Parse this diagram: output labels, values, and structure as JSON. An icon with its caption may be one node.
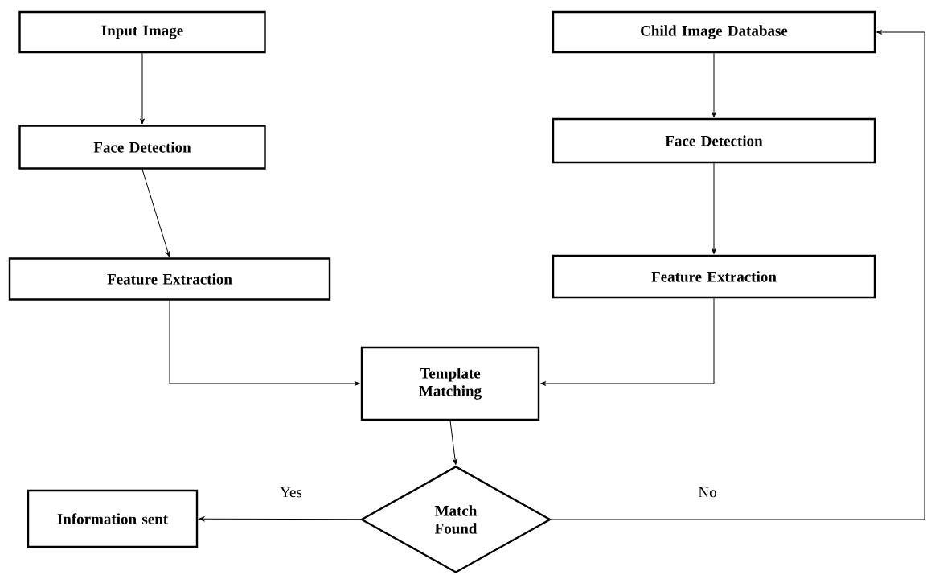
{
  "diagram": {
    "nodes": [
      {
        "text": [
          "Input Image"
        ]
      },
      {
        "text": [
          "Face Detection"
        ]
      },
      {
        "text": [
          "Feature Extraction"
        ]
      },
      {
        "text": [
          "Child Image Database"
        ]
      },
      {
        "text": [
          "Face Detection"
        ]
      },
      {
        "text": [
          "Feature Extraction"
        ]
      },
      {
        "text": [
          "Template Matching"
        ]
      },
      {
        "text": [
          "Match Found"
        ]
      },
      {
        "text": [
          "Information sent"
        ]
      }
    ],
    "edges": [
      {
        "from": 0,
        "to": 1,
        "arrow": "to"
      },
      {
        "from": 1,
        "to": 2,
        "arrow": "to"
      },
      {
        "from": 2,
        "to": 6,
        "arrow": "to"
      },
      {
        "from": 3,
        "to": 4,
        "arrow": "to"
      },
      {
        "from": 4,
        "to": 5,
        "arrow": "to"
      },
      {
        "from": 5,
        "to": 6,
        "arrow": "to"
      },
      {
        "from": 6,
        "to": 7,
        "arrow": "to"
      },
      {
        "from": 7,
        "to": 8,
        "arrow": "to",
        "label": "Yes"
      },
      {
        "from": 7,
        "to": 3,
        "arrow": "to",
        "label": "No"
      }
    ]
  }
}
